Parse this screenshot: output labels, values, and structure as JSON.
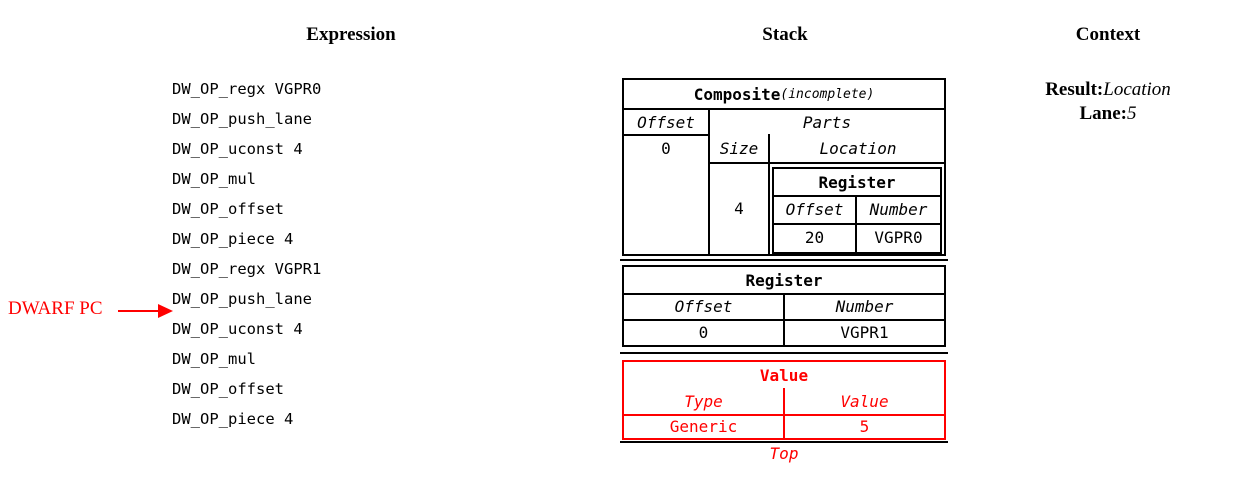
{
  "headings": {
    "expression": "Expression",
    "stack": "Stack",
    "context": "Context"
  },
  "pc_marker": {
    "label": "DWARF PC",
    "color": "#ff0000",
    "points_to_line_index": 8
  },
  "expression": {
    "opcodes": [
      "DW_OP_regx VGPR0",
      "DW_OP_push_lane",
      "DW_OP_uconst 4",
      "DW_OP_mul",
      "DW_OP_offset",
      "DW_OP_piece 4",
      "DW_OP_regx VGPR1",
      "DW_OP_push_lane",
      "DW_OP_uconst 4",
      "DW_OP_mul",
      "DW_OP_offset",
      "DW_OP_piece 4"
    ]
  },
  "stack": {
    "top_label": "Top",
    "entries": [
      {
        "kind": "composite",
        "title": "Composite",
        "title_suffix": "(incomplete)",
        "color": "#000000",
        "columns": [
          "Offset",
          "Parts"
        ],
        "offset_value": "0",
        "parts_columns": [
          "Size",
          "Location"
        ],
        "part": {
          "size": "4",
          "location": {
            "title": "Register",
            "columns": [
              "Offset",
              "Number"
            ],
            "values": [
              "20",
              "VGPR0"
            ]
          }
        }
      },
      {
        "kind": "register",
        "title": "Register",
        "color": "#000000",
        "columns": [
          "Offset",
          "Number"
        ],
        "values": [
          "0",
          "VGPR1"
        ]
      },
      {
        "kind": "value",
        "title": "Value",
        "color": "#ff0000",
        "columns": [
          "Type",
          "Value"
        ],
        "values": [
          "Generic",
          "5"
        ]
      }
    ]
  },
  "context": {
    "rows": [
      {
        "key": "Result:",
        "value": "Location"
      },
      {
        "key": "Lane:",
        "value": "5"
      }
    ]
  }
}
